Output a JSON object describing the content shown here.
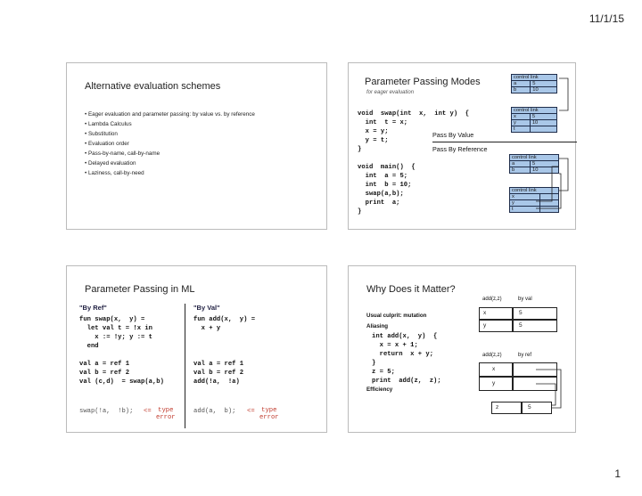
{
  "header": {
    "date": "11/1/15"
  },
  "footer": {
    "page": "1"
  },
  "s1": {
    "title": "Alternative evaluation schemes",
    "bullets": [
      "Eager evaluation and parameter passing: by value vs. by reference",
      "Lambda Calculus",
      "Substitution",
      "Evaluation order",
      "Pass-by-name,  call-by-name",
      "Delayed evaluation",
      "Laziness,  call-by-need"
    ]
  },
  "s2": {
    "title": "Parameter Passing Modes",
    "subtitle": "for eager evaluation",
    "code": "void  swap(int  x,  int y)  {\n  int  t = x;\n  x = y;\n  y = t;\n}\n\nvoid  main()  {\n  int  a = 5;\n  int  b = 10;\n  swap(a,b);\n  print  a;\n}",
    "pass_val": "Pass By Value",
    "pass_ref": "Pass By Reference",
    "t1": [
      [
        "control link",
        ""
      ],
      [
        "a",
        "5"
      ],
      [
        "b",
        "10"
      ]
    ],
    "t2": [
      [
        "control link",
        ""
      ],
      [
        "x",
        "5"
      ],
      [
        "y",
        "10"
      ],
      [
        "t",
        ""
      ]
    ],
    "t3": [
      [
        "control link",
        ""
      ],
      [
        "a",
        "5"
      ],
      [
        "b",
        "10"
      ]
    ],
    "t4": [
      [
        "control link",
        ""
      ],
      [
        "x",
        ""
      ],
      [
        "y",
        ""
      ],
      [
        "t",
        ""
      ]
    ]
  },
  "s3": {
    "title": "Parameter Passing in ML",
    "ref_head": "\"By Ref\"",
    "val_head": "\"By Val\"",
    "ref_code": "fun swap(x,  y) =\n  let val t = !x in\n    x := !y; y := t\n  end\n\nval a = ref 1\nval b = ref 2\nval (c,d)  = swap(a,b)",
    "val_code": "fun add(x,  y) =\n  x + y\n\n\n\nval a = ref 1\nval b = ref 2\nadd(!a,  !a)",
    "ref_err_code": "swap(!a,  !b);",
    "ref_err_arrow": "<=",
    "ref_err": "type\nerror",
    "val_err_code": "add(a,  b);",
    "val_err_arrow": "<=",
    "val_err": "type\nerror"
  },
  "s4": {
    "title": "Why Does it Matter?",
    "usual": "Usual culprit:  mutation",
    "aliasing": "Aliasing",
    "code": "int add(x,  y)  {\n  x = x + 1;\n  return  x + y;\n}\nz = 5;\nprint  add(z,  z);",
    "efficiency": "Efficiency",
    "top_head_a": "add(z,z)",
    "top_head_b": "by val",
    "top_rows": [
      [
        "x",
        "5"
      ],
      [
        "y",
        "5"
      ]
    ],
    "bot_head_a": "add(z,z)",
    "bot_head_b": "by ref",
    "bot_rows": [
      [
        "x",
        ""
      ],
      [
        "y",
        ""
      ]
    ],
    "z_row": [
      "z",
      "5"
    ]
  }
}
